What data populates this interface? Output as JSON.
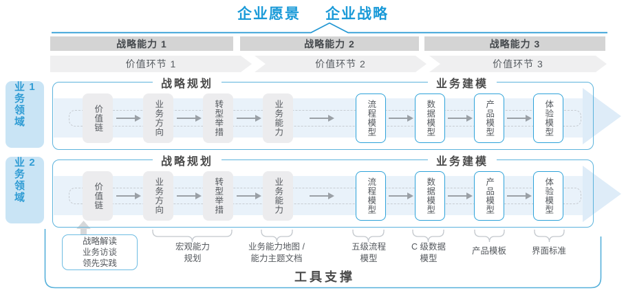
{
  "title": {
    "vision": "企业愿景",
    "strategy": "企业战略"
  },
  "strategy_bands": [
    "战略能力 1",
    "战略能力 2",
    "战略能力 3"
  ],
  "value_bands": [
    "价值环节 1",
    "价值环节 2",
    "价值环节 3"
  ],
  "domains": [
    "业务领域 1",
    "业务领域 2"
  ],
  "row_headers": {
    "planning": "战略规划",
    "modeling": "业务建模"
  },
  "boxes": [
    {
      "label": "价值链",
      "style": "gray"
    },
    {
      "label": "业务方向",
      "style": "gray"
    },
    {
      "label": "转型举措",
      "style": "gray"
    },
    {
      "label": "业务能力",
      "style": "gray"
    },
    {
      "label": "流程模型",
      "style": "blue"
    },
    {
      "label": "数据模型",
      "style": "blue"
    },
    {
      "label": "产品模型",
      "style": "blue"
    },
    {
      "label": "体验模型",
      "style": "blue"
    }
  ],
  "annotations": {
    "practice_box": {
      "lines": [
        "战略解读",
        "业务访谈",
        "领先实践"
      ]
    },
    "labels": [
      {
        "lines": [
          "宏观能力",
          "规划"
        ]
      },
      {
        "lines": [
          "业务能力地图 /",
          "能力主题文档"
        ]
      },
      {
        "lines": [
          "五级流程",
          "模型"
        ]
      },
      {
        "lines": [
          "C 级数据",
          "模型"
        ]
      },
      {
        "lines": [
          "产品模板"
        ]
      },
      {
        "lines": [
          "界面标准"
        ]
      }
    ]
  },
  "footer": {
    "tool_support": "工具支撑"
  },
  "colors": {
    "accent_blue": "#1a9ad8",
    "frame_blue": "#5ab2dc",
    "band_gray": "#d4d4d4",
    "band_light": "#efeff0",
    "flow_blue": "#e9f2fa",
    "box_gray": "#ececee",
    "box_border_blue": "#2ba1d9",
    "text_gray": "#54585d"
  }
}
